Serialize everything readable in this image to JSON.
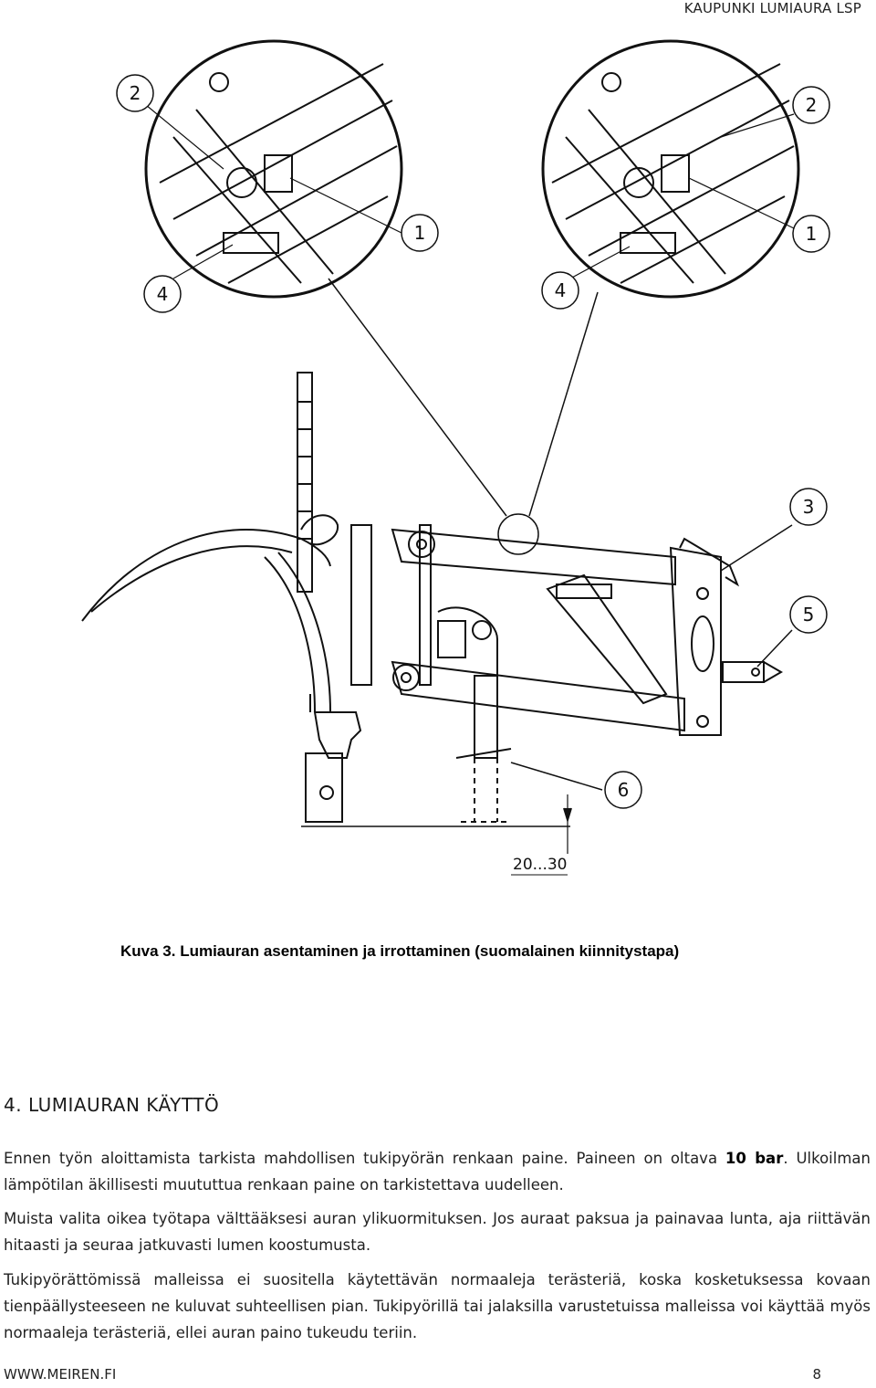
{
  "header": {
    "title": "KAUPUNKI LUMIAURA LSP"
  },
  "figure": {
    "callouts": [
      "2",
      "1",
      "4",
      "2",
      "1",
      "4",
      "3",
      "5",
      "6"
    ],
    "dimension": "20...30",
    "caption": "Kuva 3. Lumiauran asentaminen ja irrottaminen (suomalainen kiinnitystapa)"
  },
  "section": {
    "title": "4.  LUMIAURAN KÄYTTÖ"
  },
  "paragraphs": {
    "p1_a": "Ennen työn aloittamista tarkista mahdollisen tukipyörän renkaan paine. Paineen on oltava ",
    "p1_bold": "10 bar",
    "p1_b": ". Ulkoilman lämpötilan äkillisesti muututtua renkaan paine on tarkistettava uudelleen.",
    "p2": "Muista valita oikea työtapa välttääksesi auran ylikuormituksen. Jos auraat paksua ja painavaa lunta, aja riittävän hitaasti ja seuraa jatkuvasti lumen koostumusta.",
    "p3": "Tukipyörättömissä malleissa ei suositella käytettävän normaaleja terästeriä, koska kosketuksessa kovaan tienpäällysteeseen ne kuluvat suhteellisen pian. Tukipyörillä tai jalaksilla varustetuissa malleissa voi käyttää myös normaaleja terästeriä, ellei auran paino tukeudu teriin."
  },
  "footer": {
    "url": "WWW.MEIREN.FI",
    "page_number": "8"
  }
}
